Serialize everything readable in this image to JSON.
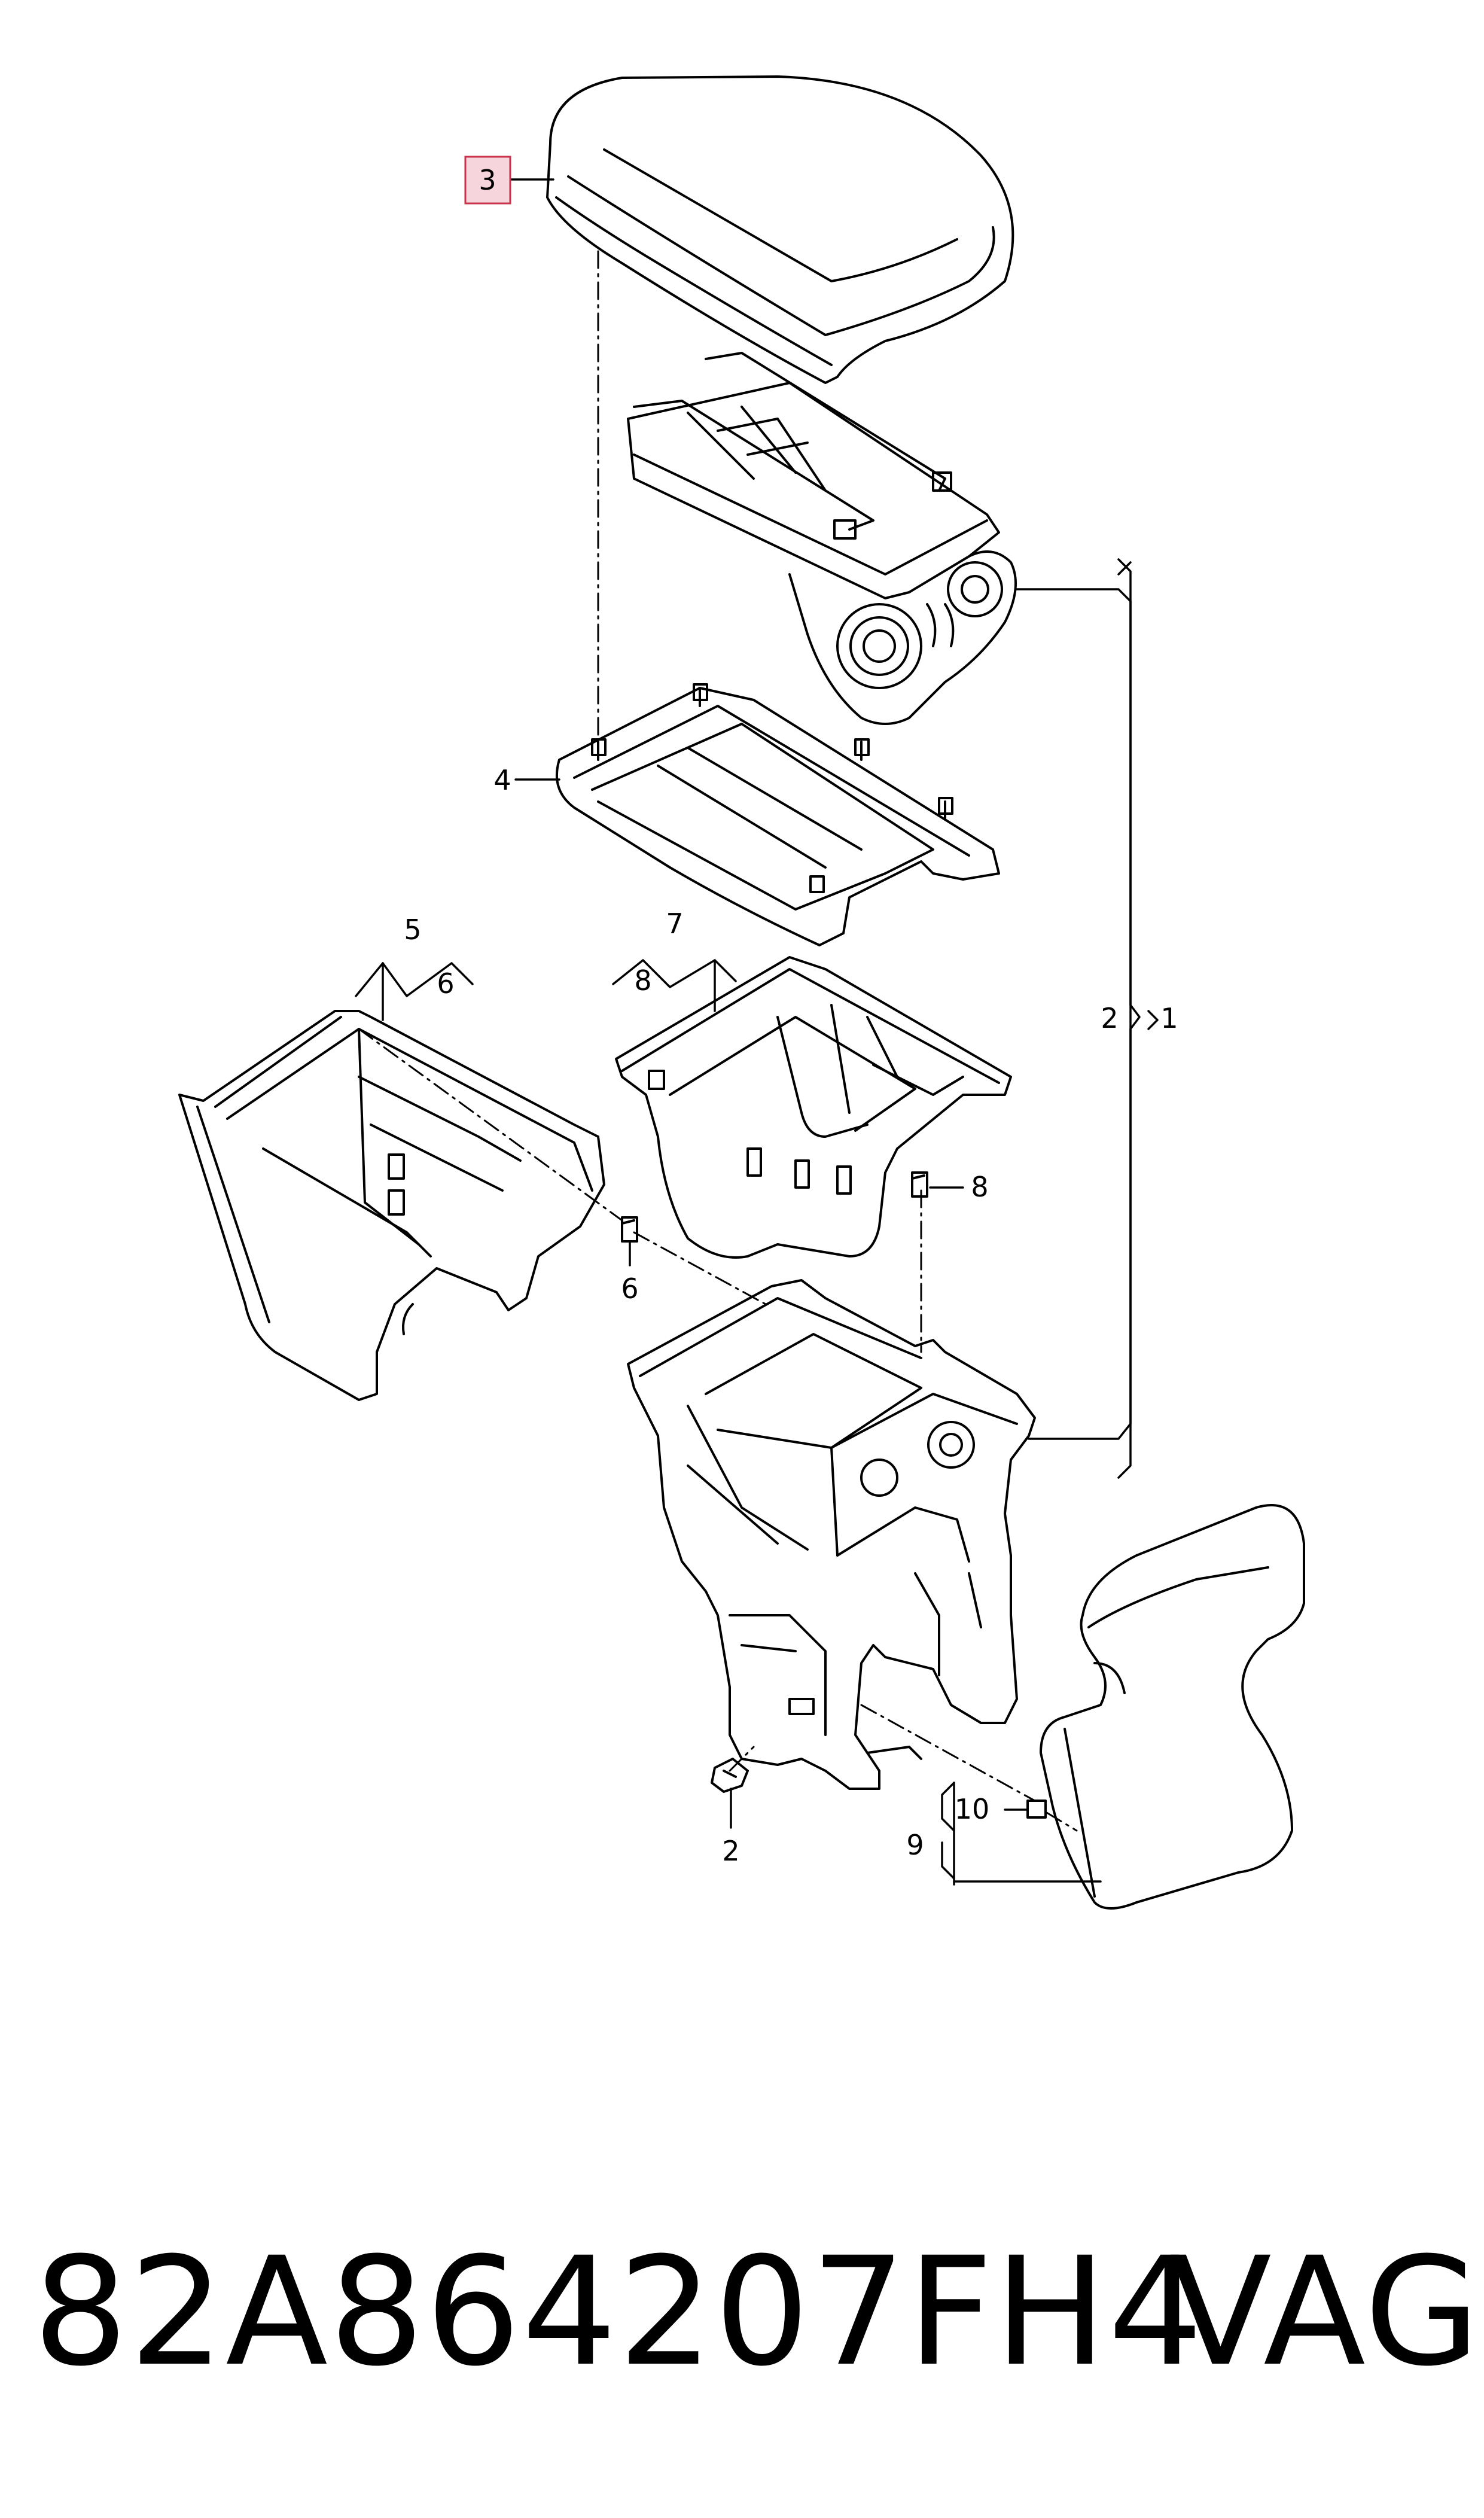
{
  "diagram": {
    "callouts": [
      {
        "id": "c3",
        "label": "3",
        "highlighted": true
      },
      {
        "id": "c4",
        "label": "4"
      },
      {
        "id": "c5",
        "label": "5"
      },
      {
        "id": "c6a",
        "label": "6"
      },
      {
        "id": "c6b",
        "label": "6"
      },
      {
        "id": "c7",
        "label": "7"
      },
      {
        "id": "c8a",
        "label": "8"
      },
      {
        "id": "c8b",
        "label": "8"
      },
      {
        "id": "c2a",
        "label": "2"
      },
      {
        "id": "c1",
        "label": "1"
      },
      {
        "id": "c2b",
        "label": "2"
      },
      {
        "id": "c9",
        "label": "9"
      },
      {
        "id": "c10",
        "label": "10"
      }
    ],
    "highlight_fill": "#f6d5dc",
    "highlight_stroke": "#c8334b"
  },
  "footer": {
    "part_number": "82A864207FH4",
    "brand": "VAG"
  }
}
